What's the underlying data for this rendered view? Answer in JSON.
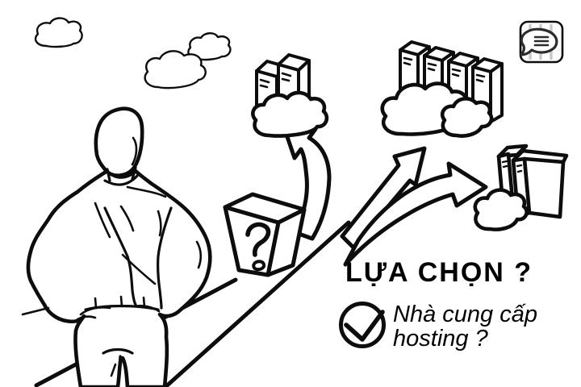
{
  "colors": {
    "background": "#ffffff",
    "ink": "#0d0d0d",
    "text": "#000000",
    "stripe": "#c9c9c9",
    "bubble": "#2b2b2b"
  },
  "illustration": {
    "headline": "LỰA CHỌN ?",
    "subline1": "Nhà cung cấp",
    "subline2": "hosting ?"
  },
  "icons": {
    "badge": "chat-bubble-sign-icon",
    "choice": "check-circle-icon",
    "destinations": [
      "cloud-server-icon",
      "cloud-server-rack-icon",
      "cloud-books-icon"
    ]
  }
}
